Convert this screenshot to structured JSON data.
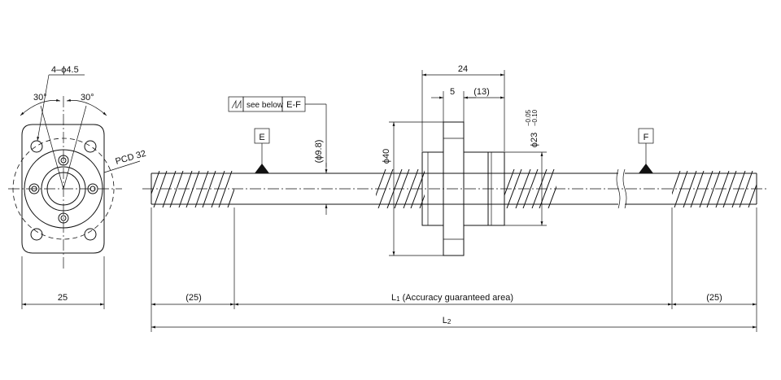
{
  "flange_view": {
    "hole_callout": "4–ϕ4.5",
    "angle_left": "30°",
    "angle_right": "30°",
    "pcd": "PCD 32",
    "width_dim": "25"
  },
  "tolerance": {
    "see_below": "see below",
    "datum_ref": "E-F"
  },
  "datums": {
    "e": "E",
    "f": "F"
  },
  "dims": {
    "shaft_dia": "(ϕ9.8)",
    "flange_dia": "ϕ40",
    "nut_length": "24",
    "flange_thickness": "5",
    "nut_body_length": "(13)",
    "body_dia": "ϕ23",
    "body_tol_upper": "−0.05",
    "body_tol_lower": "−0.10",
    "end_left": "(25)",
    "end_right": "(25)",
    "l1_label": "L",
    "l1_sub": "1",
    "l1_desc": "(Accuracy guaranteed area)",
    "l2_label": "L",
    "l2_sub": "2"
  }
}
